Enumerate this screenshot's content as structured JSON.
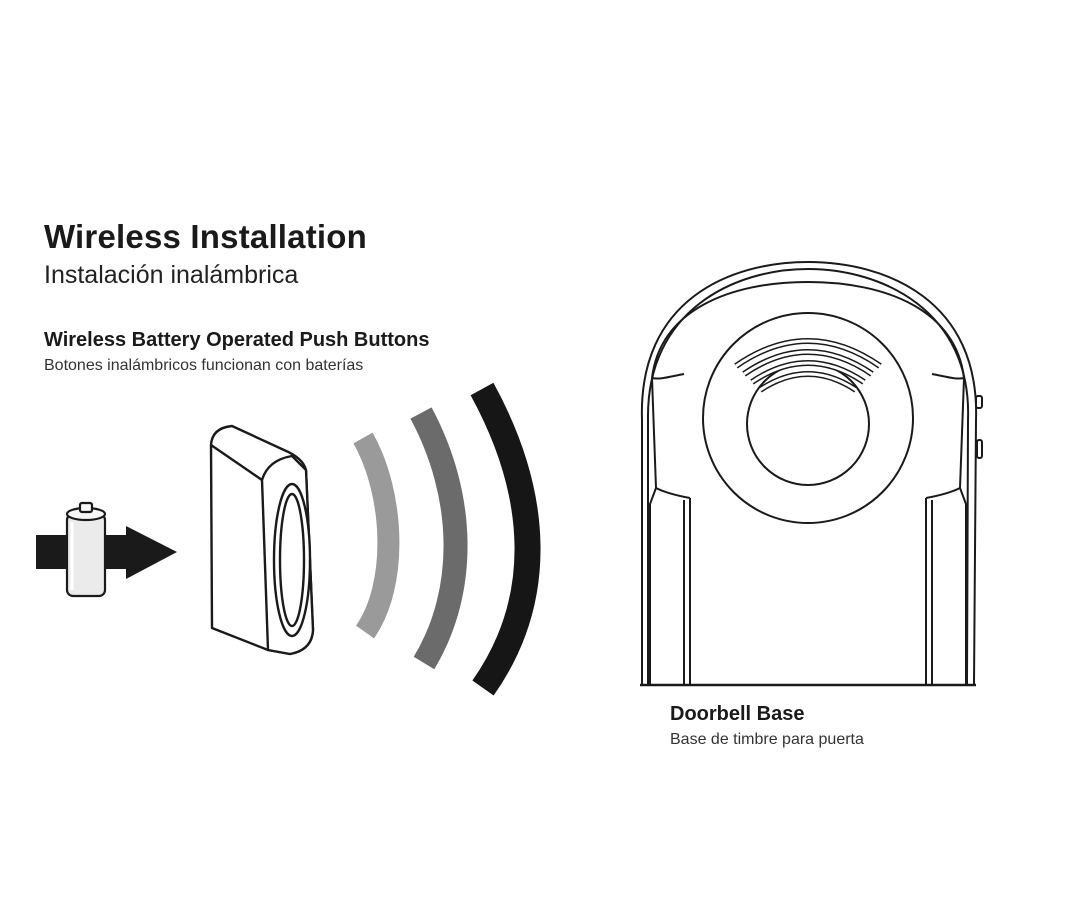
{
  "diagram": {
    "title": "Wireless Installation",
    "subtitle": "Instalación inalámbrica",
    "push_button": {
      "label": "Wireless Battery Operated Push Buttons",
      "label_es": "Botones inalámbricos funcionan con baterías"
    },
    "doorbell_base": {
      "label": "Doorbell Base",
      "label_es": "Base de timbre para puerta"
    },
    "colors": {
      "ink": "#1a1a1a",
      "wave_light": "#9a9a9a",
      "wave_mid": "#6b6b6b",
      "wave_dark": "#161616",
      "battery_fill": "#ebebeb"
    },
    "icons": [
      "arrow-icon",
      "battery-icon",
      "push-button-icon",
      "signal-waves-icon",
      "doorbell-base-icon"
    ]
  }
}
